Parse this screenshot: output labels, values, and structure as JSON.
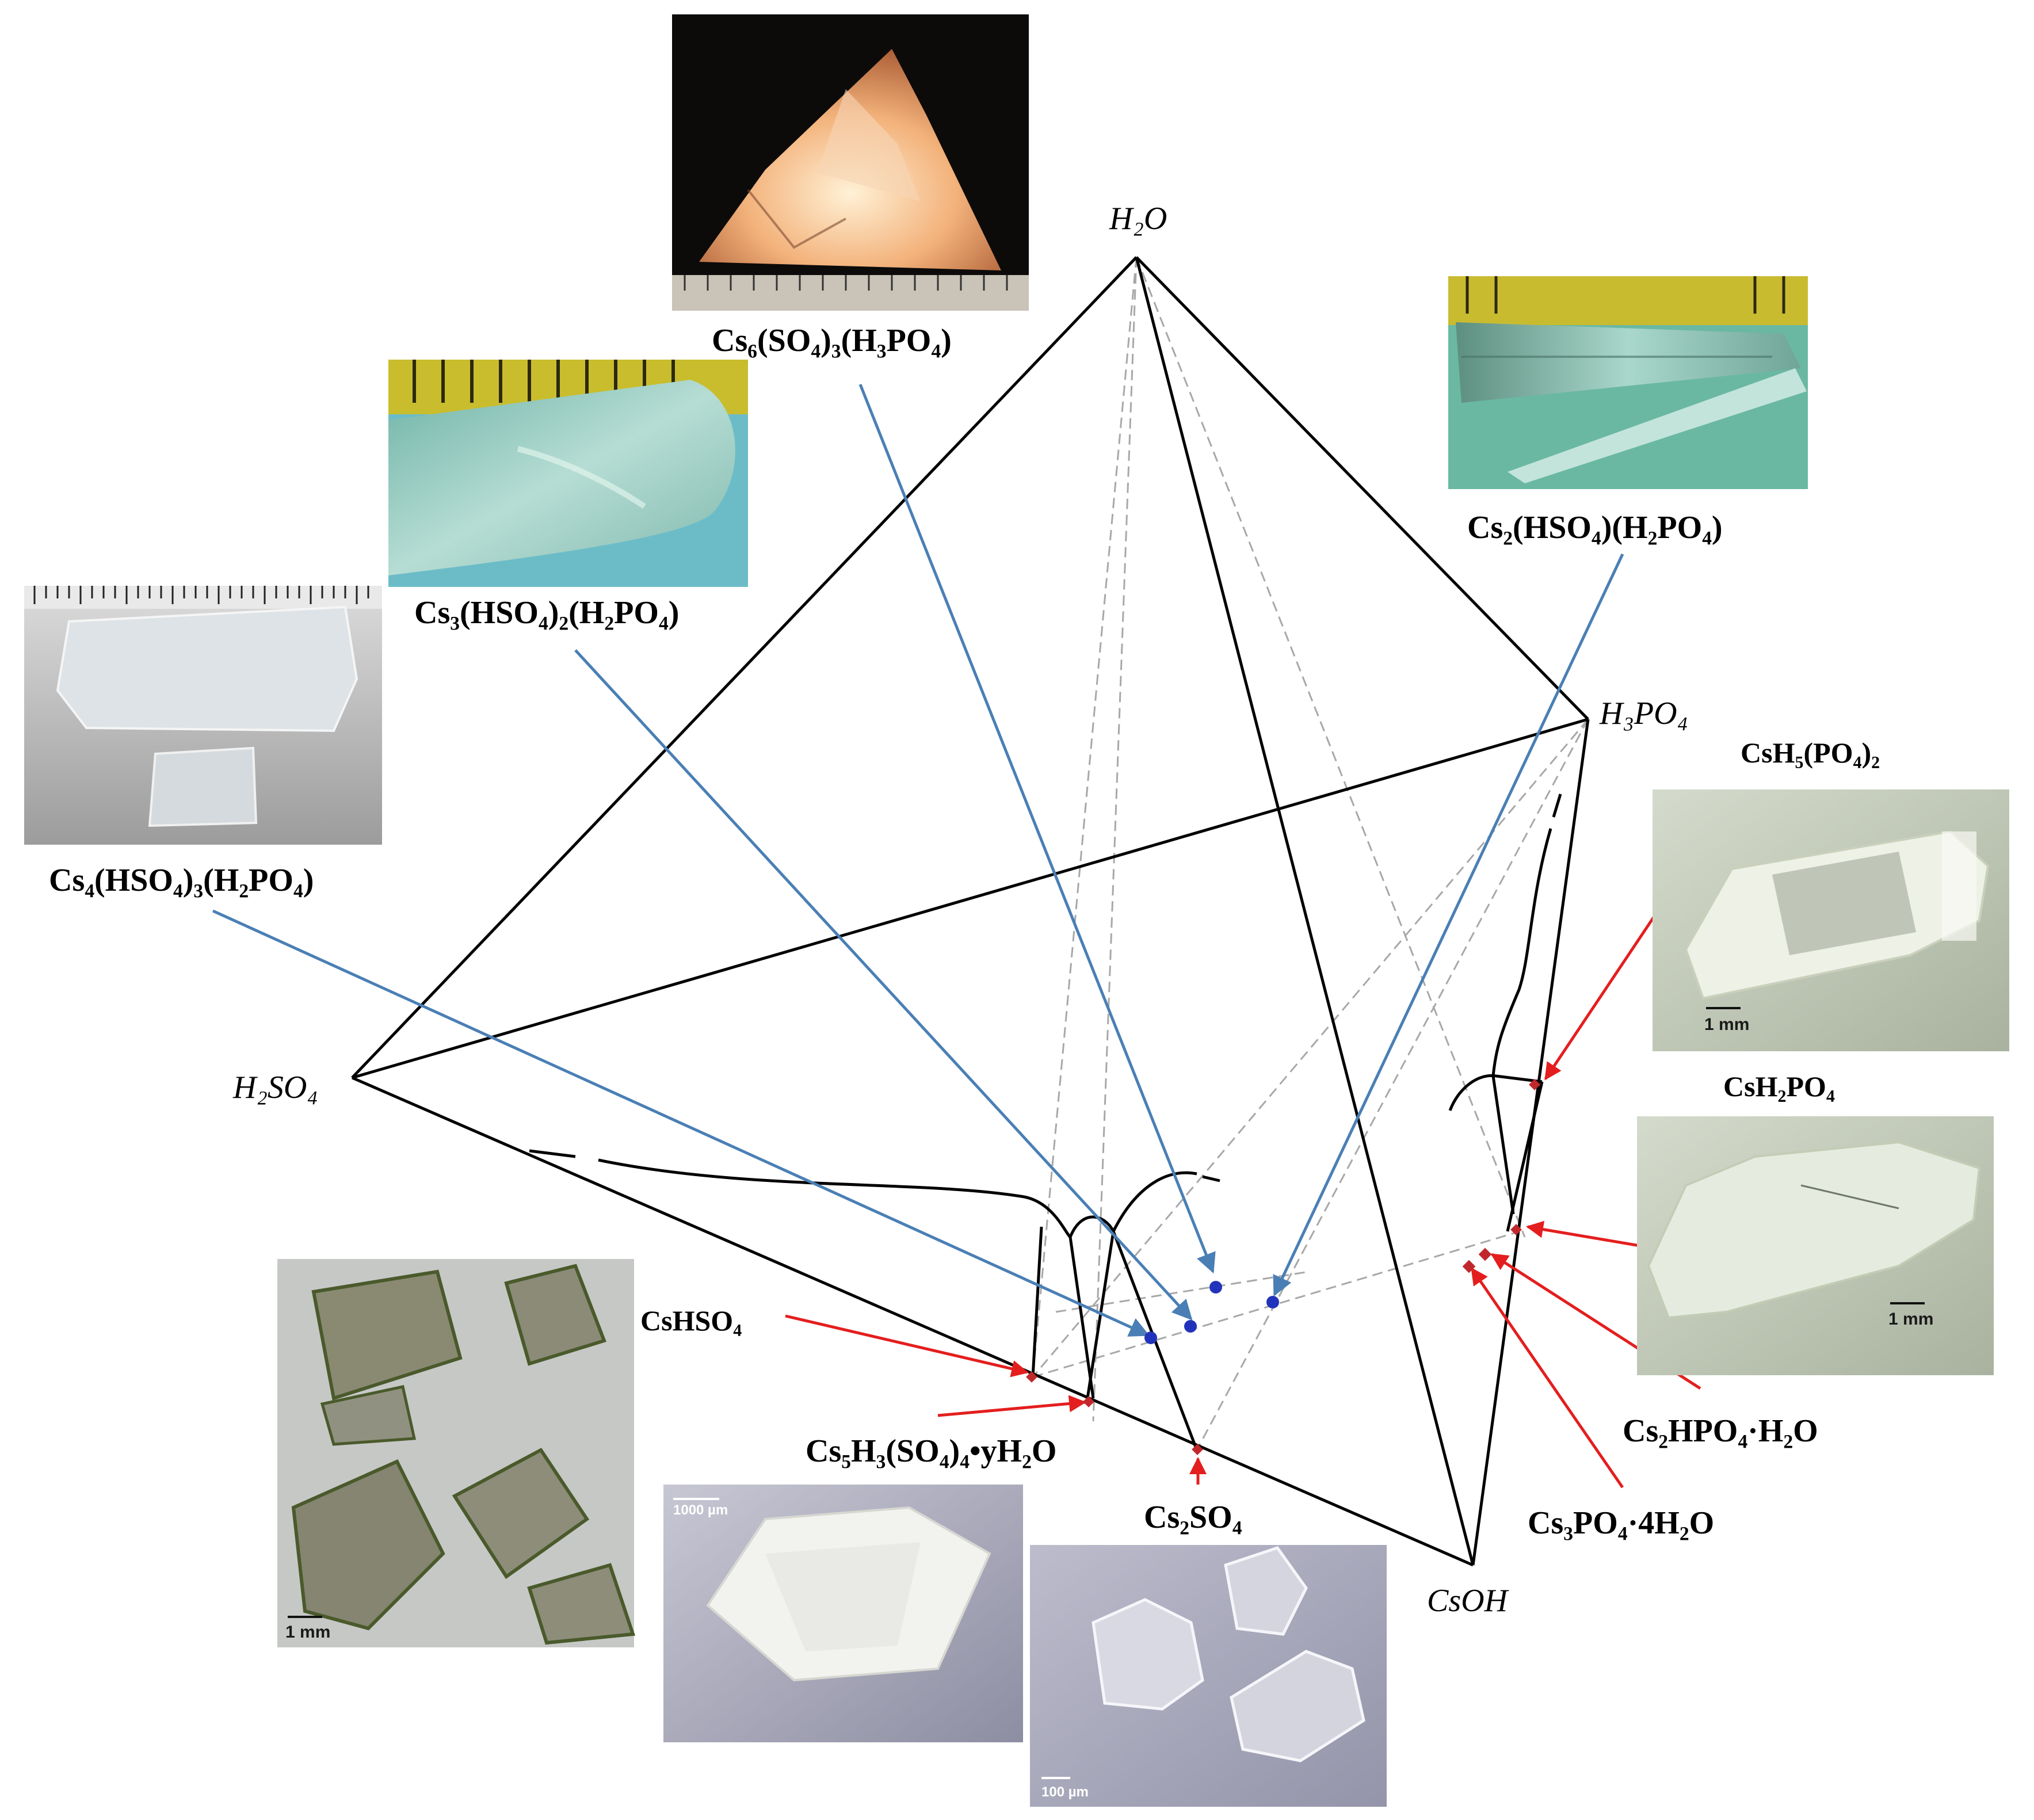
{
  "vertices": {
    "h2o": "H₂O",
    "h3po4": "H₃PO₄",
    "h2so4": "H₂SO₄",
    "csoh": "CsOH"
  },
  "compounds": {
    "cs6": "Cs₆(SO₄)₃(H₃PO₄)",
    "cs3": "Cs₃(HSO₄)₂(H₂PO₄)",
    "cs2hp": "Cs₂(HSO₄)(H₂PO₄)",
    "cs4": "Cs₄(HSO₄)₃(H₂PO₄)",
    "csh5": "CsH₅(PO₄)₂",
    "csh2": "CsH₂PO₄",
    "cshso4": "CsHSO₄",
    "cs5": "Cs₅H₃(SO₄)₄•yH₂O",
    "cs2so4": "Cs₂SO₄",
    "cs2hpo4": "Cs₂HPO₄·H₂O",
    "cs3po4": "Cs₃PO₄·4H₂O"
  },
  "scale_bars": {
    "one_mm": "1 mm",
    "thousand_um": "1000 µm",
    "hundred_um": "100 µm"
  },
  "colors": {
    "edge": "#000000",
    "blue_pointer": "#4a7fb5",
    "red_pointer": "#e41e1e",
    "blue_point": "#2233bb",
    "red_point": "#c0282c",
    "hidden_edge": "#a8a8a8"
  }
}
